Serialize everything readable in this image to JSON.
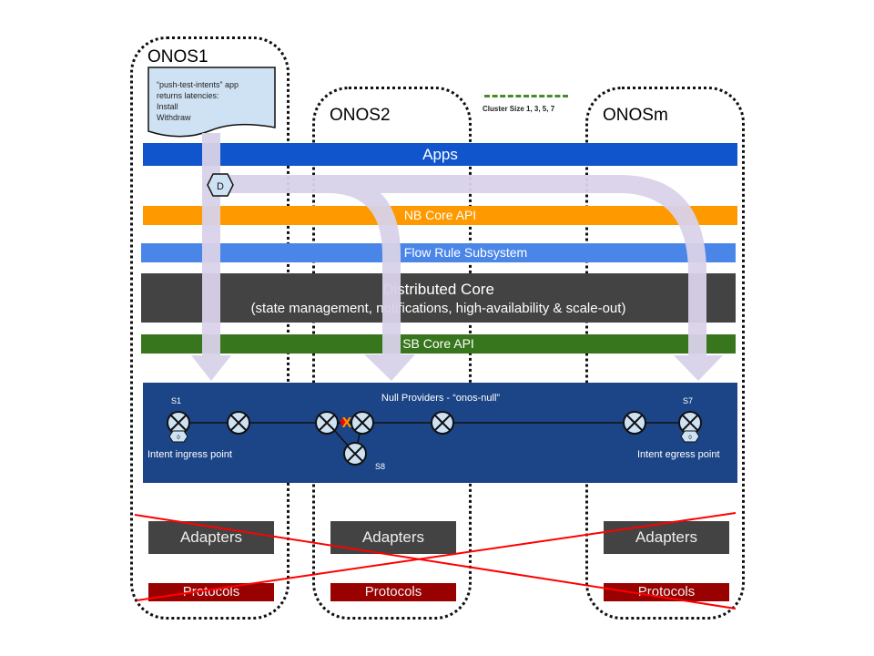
{
  "nodes": [
    {
      "id": "onos1",
      "title": "ONOS1"
    },
    {
      "id": "onos2",
      "title": "ONOS2"
    },
    {
      "id": "onosm",
      "title": "ONOSm"
    }
  ],
  "legend": {
    "label": "Cluster Size 1, 3, 5, 7",
    "line_color": "#4a8a2a"
  },
  "app_note": {
    "lines": [
      "“push-test-intents” app",
      "returns latencies:",
      "Install",
      "Withdraw"
    ],
    "fill": "#cfe2f3"
  },
  "layers": {
    "apps": {
      "label": "Apps",
      "color": "#1155cc"
    },
    "nb_core_api": {
      "label": "NB Core API",
      "color": "#ff9900"
    },
    "flow_rule": {
      "label": "Flow Rule Subsystem",
      "color": "#4a86e8"
    },
    "distributed_core": {
      "title": "Distributed Core",
      "subtitle": "(state management, notifications, high-availability & scale-out)",
      "color": "#434343"
    },
    "sb_core_api": {
      "label": "SB Core API",
      "color": "#38761d"
    },
    "null_providers": {
      "label": "Null Providers - “onos-null”",
      "color": "#1c4587"
    }
  },
  "distributor": {
    "label": "D"
  },
  "switches": {
    "s1": "S1",
    "s7": "S7",
    "s8": "S8",
    "ingress_label": "Intent ingress point",
    "egress_label": "Intent egress point",
    "host_label": "0"
  },
  "bottom": {
    "adapters_label": "Adapters",
    "protocols_label": "Protocols",
    "adapters_color": "#434343",
    "protocols_color": "#990000"
  },
  "colors": {
    "arrow": "#d9d2e9",
    "cross_out": "#ff0000",
    "link_fail": "#ff9900"
  }
}
